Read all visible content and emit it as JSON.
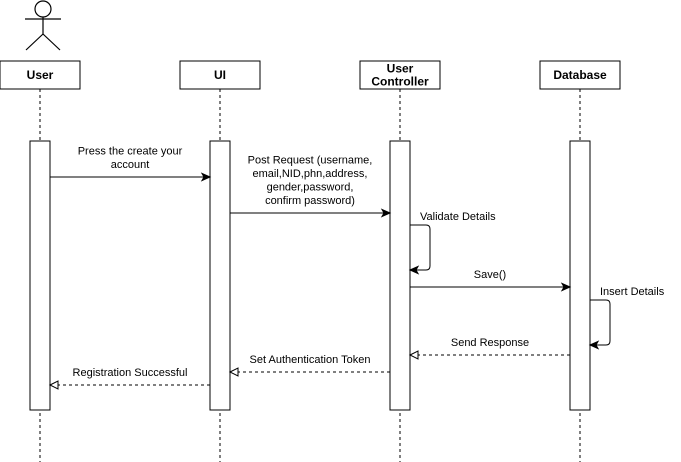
{
  "participants": [
    {
      "id": "user",
      "label": [
        "User"
      ],
      "actor": true
    },
    {
      "id": "ui",
      "label": [
        "UI"
      ]
    },
    {
      "id": "controller",
      "label": [
        "User",
        "Controller"
      ]
    },
    {
      "id": "database",
      "label": [
        "Database"
      ]
    }
  ],
  "messages": [
    {
      "id": "create-account",
      "from": "user",
      "to": "ui",
      "kind": "sync",
      "label": [
        "Press the create your",
        "account"
      ]
    },
    {
      "id": "post-request",
      "from": "ui",
      "to": "controller",
      "kind": "sync",
      "label": [
        "Post Request (username,",
        "email,NID,phn,address,",
        "gender,password,",
        "confirm password)"
      ]
    },
    {
      "id": "validate-details",
      "from": "controller",
      "to": "controller",
      "kind": "self",
      "label": [
        "Validate Details"
      ]
    },
    {
      "id": "save",
      "from": "controller",
      "to": "database",
      "kind": "sync",
      "label": [
        "Save()"
      ]
    },
    {
      "id": "insert-details",
      "from": "database",
      "to": "database",
      "kind": "self",
      "label": [
        "Insert Details"
      ]
    },
    {
      "id": "send-response",
      "from": "database",
      "to": "controller",
      "kind": "return",
      "label": [
        "Send Response"
      ]
    },
    {
      "id": "auth-token",
      "from": "controller",
      "to": "ui",
      "kind": "return",
      "label": [
        "Set Authentication Token"
      ]
    },
    {
      "id": "registration-successful",
      "from": "ui",
      "to": "user",
      "kind": "return",
      "label": [
        "Registration Successful"
      ]
    }
  ]
}
